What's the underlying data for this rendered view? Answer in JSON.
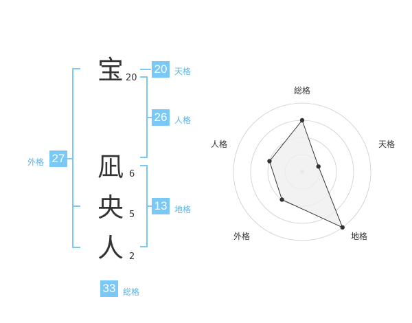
{
  "name": [
    {
      "char": "宝",
      "strokes": "20"
    },
    {
      "char": "凪",
      "strokes": "6"
    },
    {
      "char": "央",
      "strokes": "5"
    },
    {
      "char": "人",
      "strokes": "2"
    }
  ],
  "fortune": {
    "tenkaku": {
      "value": "20",
      "label": "天格"
    },
    "jinkaku": {
      "value": "26",
      "label": "人格"
    },
    "chikaku": {
      "value": "13",
      "label": "地格"
    },
    "gaikaku": {
      "value": "27",
      "label": "外格"
    },
    "soukaku": {
      "value": "33",
      "label": "総格"
    }
  },
  "chart_data": {
    "type": "radar",
    "axes": [
      "総格",
      "天格",
      "地格",
      "外格",
      "人格"
    ],
    "values": [
      3,
      1,
      4,
      2,
      2
    ],
    "max": 4,
    "grid_rings": 4,
    "colors": {
      "fill": "#efefef",
      "line": "#333333",
      "grid": "#cccccc"
    }
  }
}
